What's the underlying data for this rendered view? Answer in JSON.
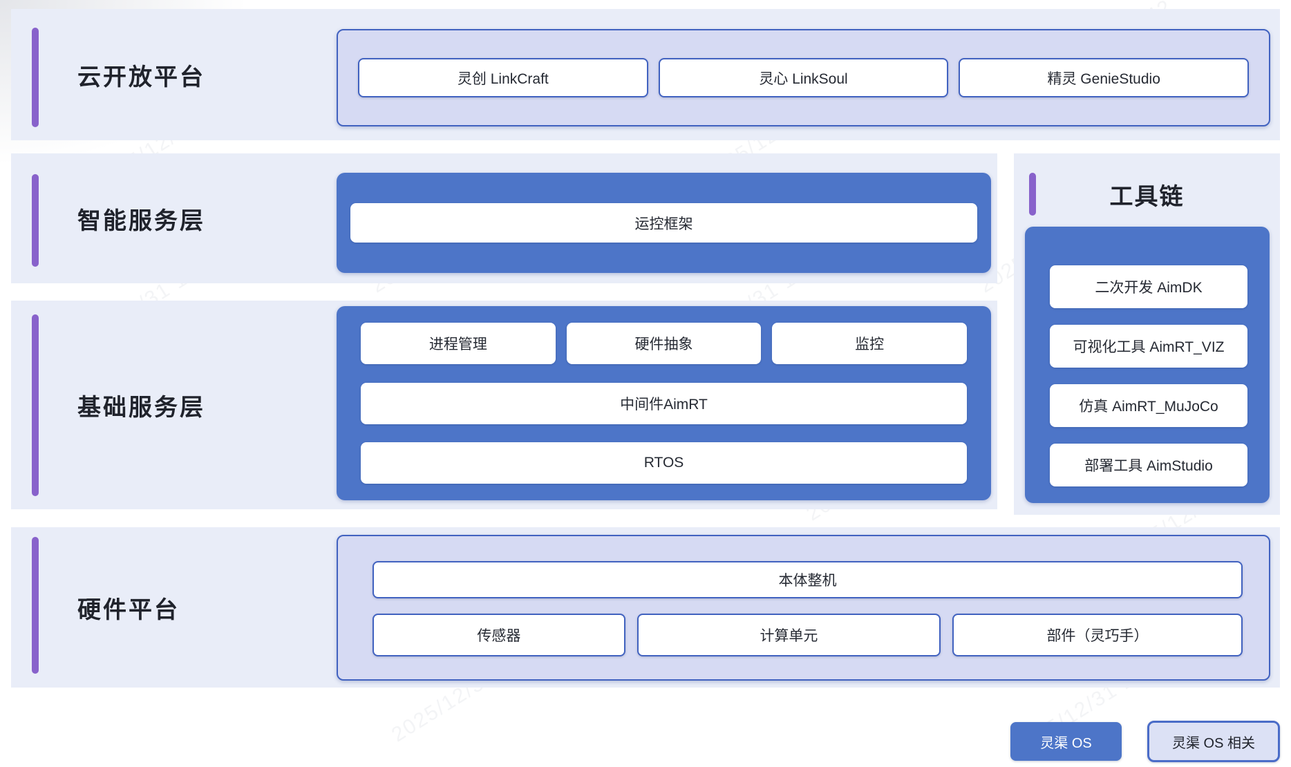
{
  "colors": {
    "accent_purple": "#8862cb",
    "panel_bg": "#e9edf8",
    "solid_blue": "#4d75c8",
    "lavender_fill": "#d6daf3",
    "border_blue": "#4162c0",
    "title_text": "#20232c",
    "box_text": "#262a33"
  },
  "watermark": {
    "text": "2025/12/31 11:42"
  },
  "rows": {
    "cloud": {
      "title": "云开放平台",
      "boxes": [
        "灵创 LinkCraft",
        "灵心 LinkSoul",
        "精灵 GenieStudio"
      ]
    },
    "intelligent": {
      "title": "智能服务层",
      "box": "运控框架"
    },
    "toolchain": {
      "title": "工具链",
      "boxes": [
        "二次开发 AimDK",
        "可视化工具 AimRT_VIZ",
        "仿真 AimRT_MuJoCo",
        "部署工具 AimStudio"
      ]
    },
    "foundation": {
      "title": "基础服务层",
      "top_boxes": [
        "进程管理",
        "硬件抽象",
        "监控"
      ],
      "wide_boxes": [
        "中间件AimRT",
        "RTOS"
      ]
    },
    "hardware": {
      "title": "硬件平台",
      "wide_box": "本体整机",
      "boxes": [
        "传感器",
        "计算单元",
        "部件（灵巧手）"
      ]
    }
  },
  "legend": {
    "filled": "灵渠 OS",
    "outlined": "灵渠 OS 相关"
  }
}
